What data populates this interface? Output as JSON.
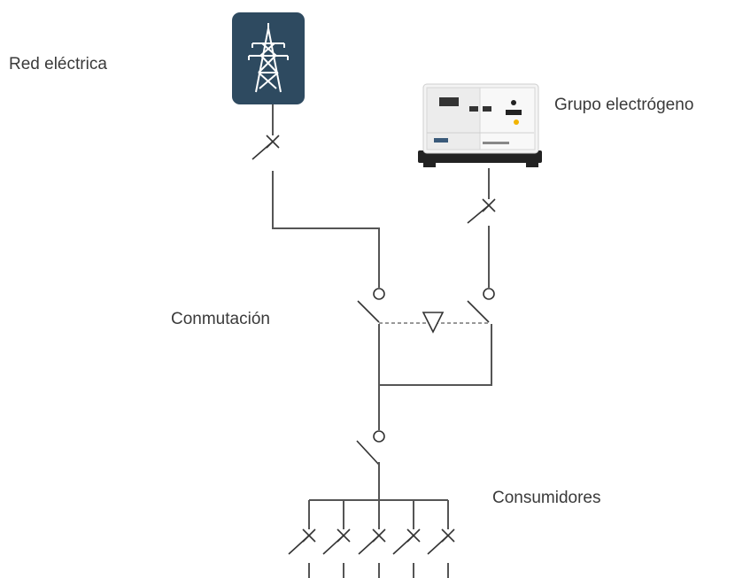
{
  "labels": {
    "grid": "Red eléctrica",
    "generator": "Grupo electrógeno",
    "switching": "Conmutación",
    "consumers": "Consumidores"
  },
  "icons": {
    "grid": "power-pylon-icon",
    "generator": "generator-set-icon"
  },
  "colors": {
    "pylon_tile": "#2e4a60",
    "wire": "#555555",
    "generator_body": "#f4f4f4",
    "generator_base": "#222222"
  },
  "consumer_count": 5
}
